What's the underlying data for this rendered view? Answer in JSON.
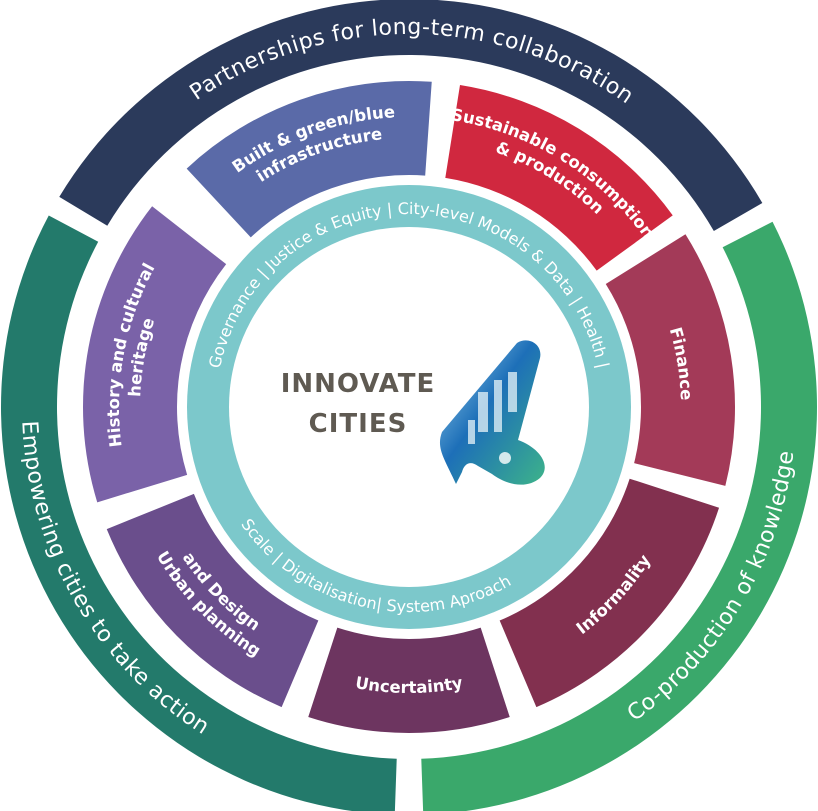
{
  "outer_ring": [
    {
      "label": "Partnerships for long-term collaboration",
      "color": "#2b3a5b"
    },
    {
      "label": "Co-production of knowledge",
      "color": "#3aa86b"
    },
    {
      "label": "Empowering cities to take action",
      "color": "#237a6b"
    }
  ],
  "middle_ring": [
    {
      "lines": [
        "Built & green/blue",
        "infrastructure"
      ],
      "color": "#5a6aa8"
    },
    {
      "lines": [
        "Sustainable consumption",
        "& production"
      ],
      "color": "#d0283f"
    },
    {
      "lines": [
        "Finance"
      ],
      "color": "#a33a58"
    },
    {
      "lines": [
        "Informality"
      ],
      "color": "#82304f"
    },
    {
      "lines": [
        "Uncertainty"
      ],
      "color": "#6d3560"
    },
    {
      "lines": [
        "Urban planning",
        "and Design"
      ],
      "color": "#6a4e8c"
    },
    {
      "lines": [
        "History and cultural",
        "heritage"
      ],
      "color": "#7a62a8"
    }
  ],
  "inner_ring": {
    "color": "#7cc8cb",
    "top_text": "Governance  |  Justice & Equity  |  City-level Models & Data  |  Health  |",
    "bottom_text": "Scale  |  Digitalisation|  System Aproach"
  },
  "logo": {
    "line1": "INNOVATE",
    "line2": "CITIES",
    "mark_colors": [
      "#1d6fb8",
      "#3db38a",
      "#9fd6f0"
    ]
  }
}
